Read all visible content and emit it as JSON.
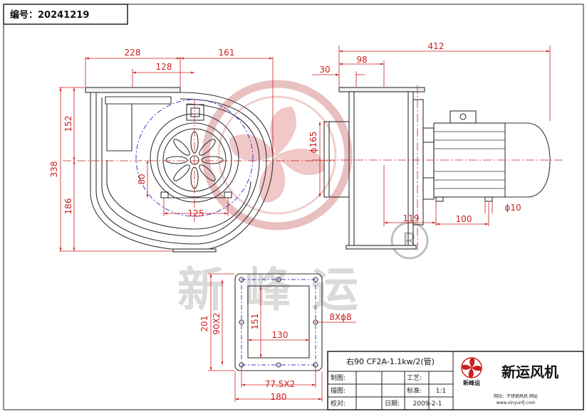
{
  "drawing_no_label": "编号：20241219",
  "dims": {
    "d228": "228",
    "d161": "161",
    "d128": "128",
    "d338": "338",
    "d152": "152",
    "d186": "186",
    "d80": "80",
    "d125": "125",
    "d412": "412",
    "d98": "98",
    "d30": "30",
    "d165": "ϕ165",
    "d119": "119",
    "d100": "100",
    "d10": "ϕ10",
    "d201": "201",
    "d90x2": "90X2",
    "d151": "151",
    "d130": "130",
    "d8x8": "8Xϕ8",
    "d77x2": "77.5X2",
    "d180": "180"
  },
  "watermark": {
    "text": "新峰运",
    "registered": "R"
  },
  "title_block": {
    "model": "右90 CF2A-1.1kw/2(管)",
    "zhitu": "制图:",
    "jiaotu": "描图:",
    "jiaodui": "校对:",
    "gongyi": "工艺:",
    "biaozhun": "标准:",
    "scale": "1:1",
    "date_label": "日期:",
    "date": "2009-2-1",
    "company": "新运风机",
    "logo_caption": "新峰运",
    "website1": "网站：不锈钢风机.网址",
    "website2": "www.xinyunfj.com"
  }
}
